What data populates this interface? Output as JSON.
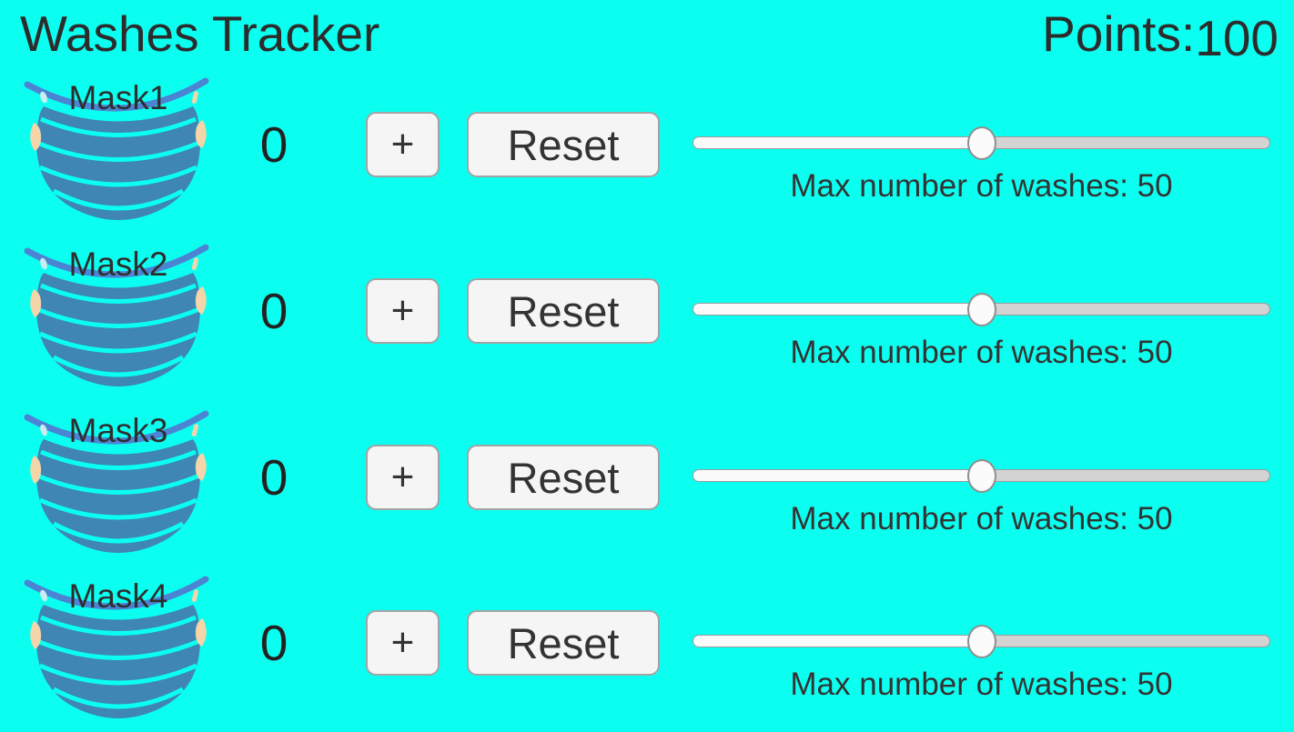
{
  "app": {
    "title": "Washes Tracker",
    "points_label": "Points:",
    "points_value": "100"
  },
  "colors": {
    "background": "#0bfff1",
    "text": "#2e2e2e",
    "mask_body": "#3f86b5",
    "mask_strap": "#4b84d2",
    "mask_ear": "#f3d5a9",
    "button_bg": "#f5f5f5",
    "slider_track_left": "#fafafa",
    "slider_track_right": "#d3d3d3"
  },
  "rows": [
    {
      "name": "Mask1",
      "count": "0",
      "increment_label": "+",
      "reset_label": "Reset",
      "slider": {
        "min": 0,
        "max": 100,
        "value": 50,
        "percent": 50
      },
      "max_washes_label": "Max number of washes: 50"
    },
    {
      "name": "Mask2",
      "count": "0",
      "increment_label": "+",
      "reset_label": "Reset",
      "slider": {
        "min": 0,
        "max": 100,
        "value": 50,
        "percent": 50
      },
      "max_washes_label": "Max number of washes: 50"
    },
    {
      "name": "Mask3",
      "count": "0",
      "increment_label": "+",
      "reset_label": "Reset",
      "slider": {
        "min": 0,
        "max": 100,
        "value": 50,
        "percent": 50
      },
      "max_washes_label": "Max number of washes: 50"
    },
    {
      "name": "Mask4",
      "count": "0",
      "increment_label": "+",
      "reset_label": "Reset",
      "slider": {
        "min": 0,
        "max": 100,
        "value": 50,
        "percent": 50
      },
      "max_washes_label": "Max number of washes: 50"
    }
  ]
}
